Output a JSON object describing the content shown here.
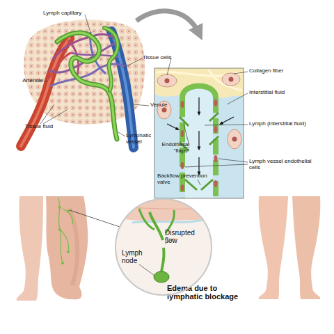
{
  "diagram": {
    "nodes": [
      {
        "text": [
          "Lymph node",
          "Disrupted flow"
        ]
      }
    ],
    "labels": [
      "Lymph capillary",
      "Tissue cells",
      "Arteriole",
      "Venule",
      "Tissue fluid",
      "Lymphatic vessel",
      "Collagen fiber",
      "Interstitial fluid",
      "Lymph (interstitial fluid)",
      "Endothelial “flaps”",
      "Lymph vessel endothelial cells",
      "Backflow prevention valve",
      "Edema due to lymphatic blockage"
    ]
  }
}
